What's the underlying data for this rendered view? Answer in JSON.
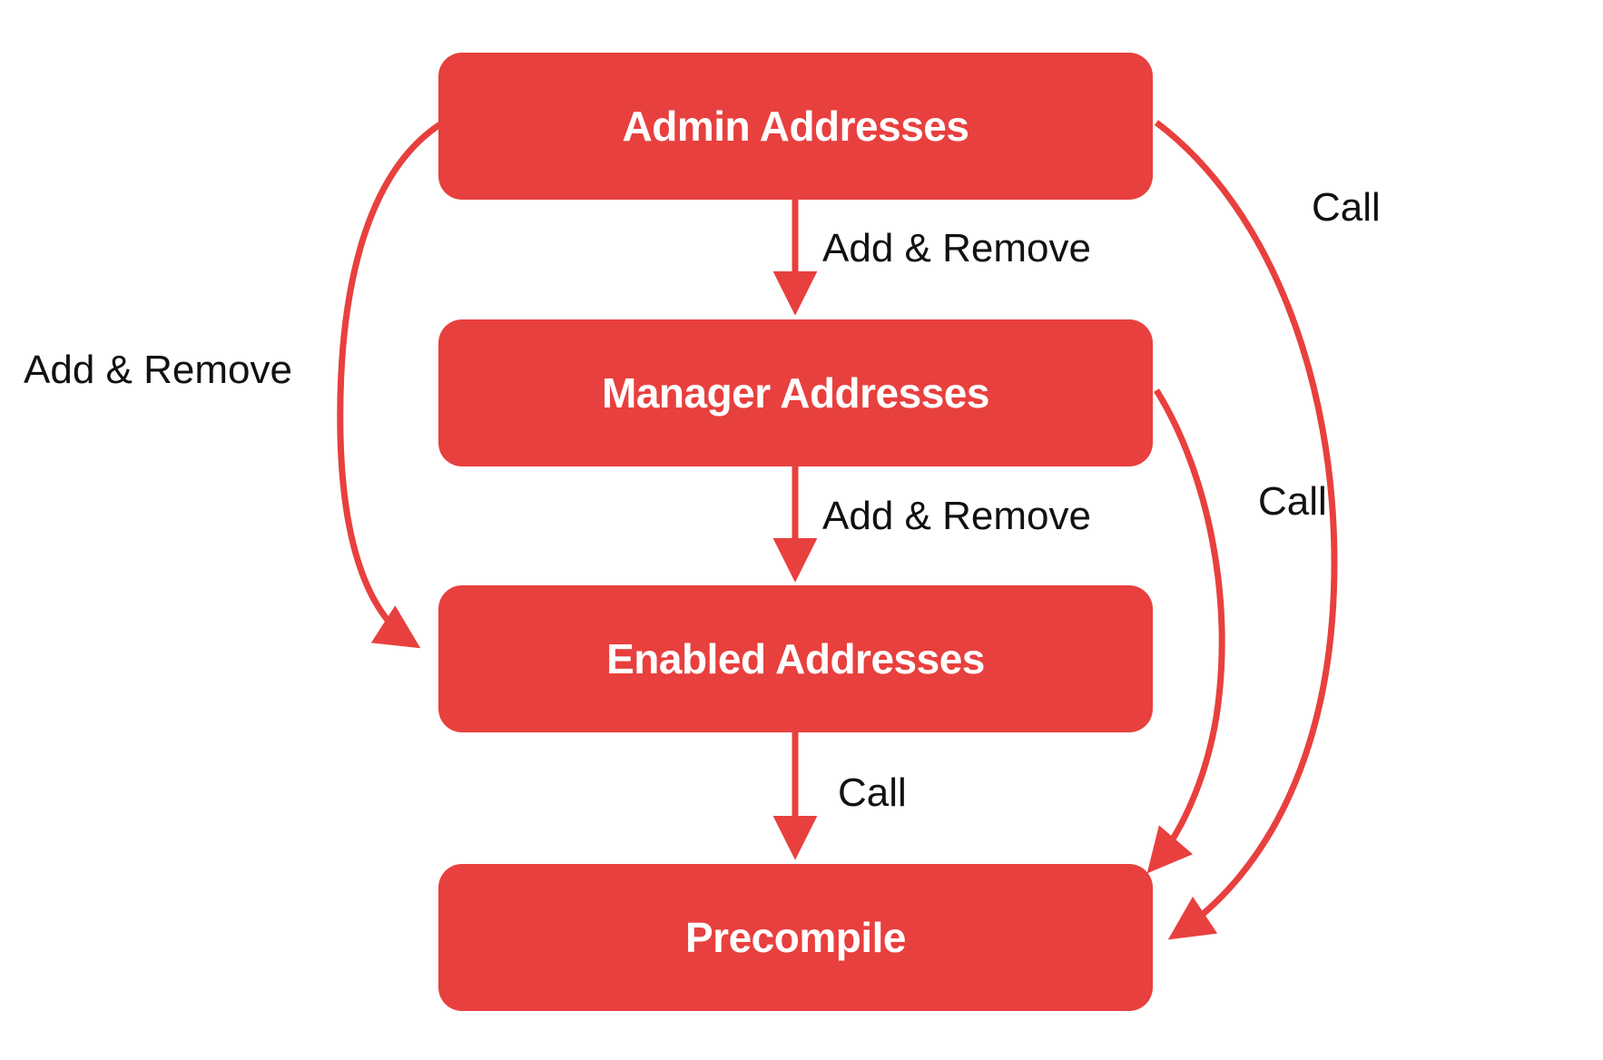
{
  "diagram": {
    "title": "Admin / Manager / Enabled Addresses to Precompile permission flow",
    "colors": {
      "node_fill": "#E8403E",
      "node_text": "#FFFFFF",
      "edge_stroke": "#E8403E",
      "label_text": "#111111",
      "background": "#FFFFFF"
    },
    "nodes": [
      {
        "id": "admin",
        "label": "Admin Addresses"
      },
      {
        "id": "manager",
        "label": "Manager Addresses"
      },
      {
        "id": "enabled",
        "label": "Enabled Addresses"
      },
      {
        "id": "precompile",
        "label": "Precompile"
      }
    ],
    "edges": [
      {
        "id": "admin-to-manager",
        "from": "admin",
        "to": "manager",
        "label": "Add & Remove",
        "shape": "straight-down"
      },
      {
        "id": "manager-to-enabled",
        "from": "manager",
        "to": "enabled",
        "label": "Add & Remove",
        "shape": "straight-down"
      },
      {
        "id": "enabled-to-precompile",
        "from": "enabled",
        "to": "precompile",
        "label": "Call",
        "shape": "straight-down"
      },
      {
        "id": "admin-to-enabled",
        "from": "admin",
        "to": "enabled",
        "label": "Add & Remove",
        "shape": "curve-left"
      },
      {
        "id": "manager-to-precompile",
        "from": "manager",
        "to": "precompile",
        "label": "Call",
        "shape": "curve-right-inner"
      },
      {
        "id": "admin-to-precompile",
        "from": "admin",
        "to": "precompile",
        "label": "Call",
        "shape": "curve-right-outer"
      }
    ],
    "edge_labels": {
      "add_remove_left": "Add & Remove",
      "add_remove_top": "Add & Remove",
      "add_remove_middle": "Add & Remove",
      "call_bottom": "Call",
      "call_right_top": "Call",
      "call_right_mid": "Call"
    }
  }
}
